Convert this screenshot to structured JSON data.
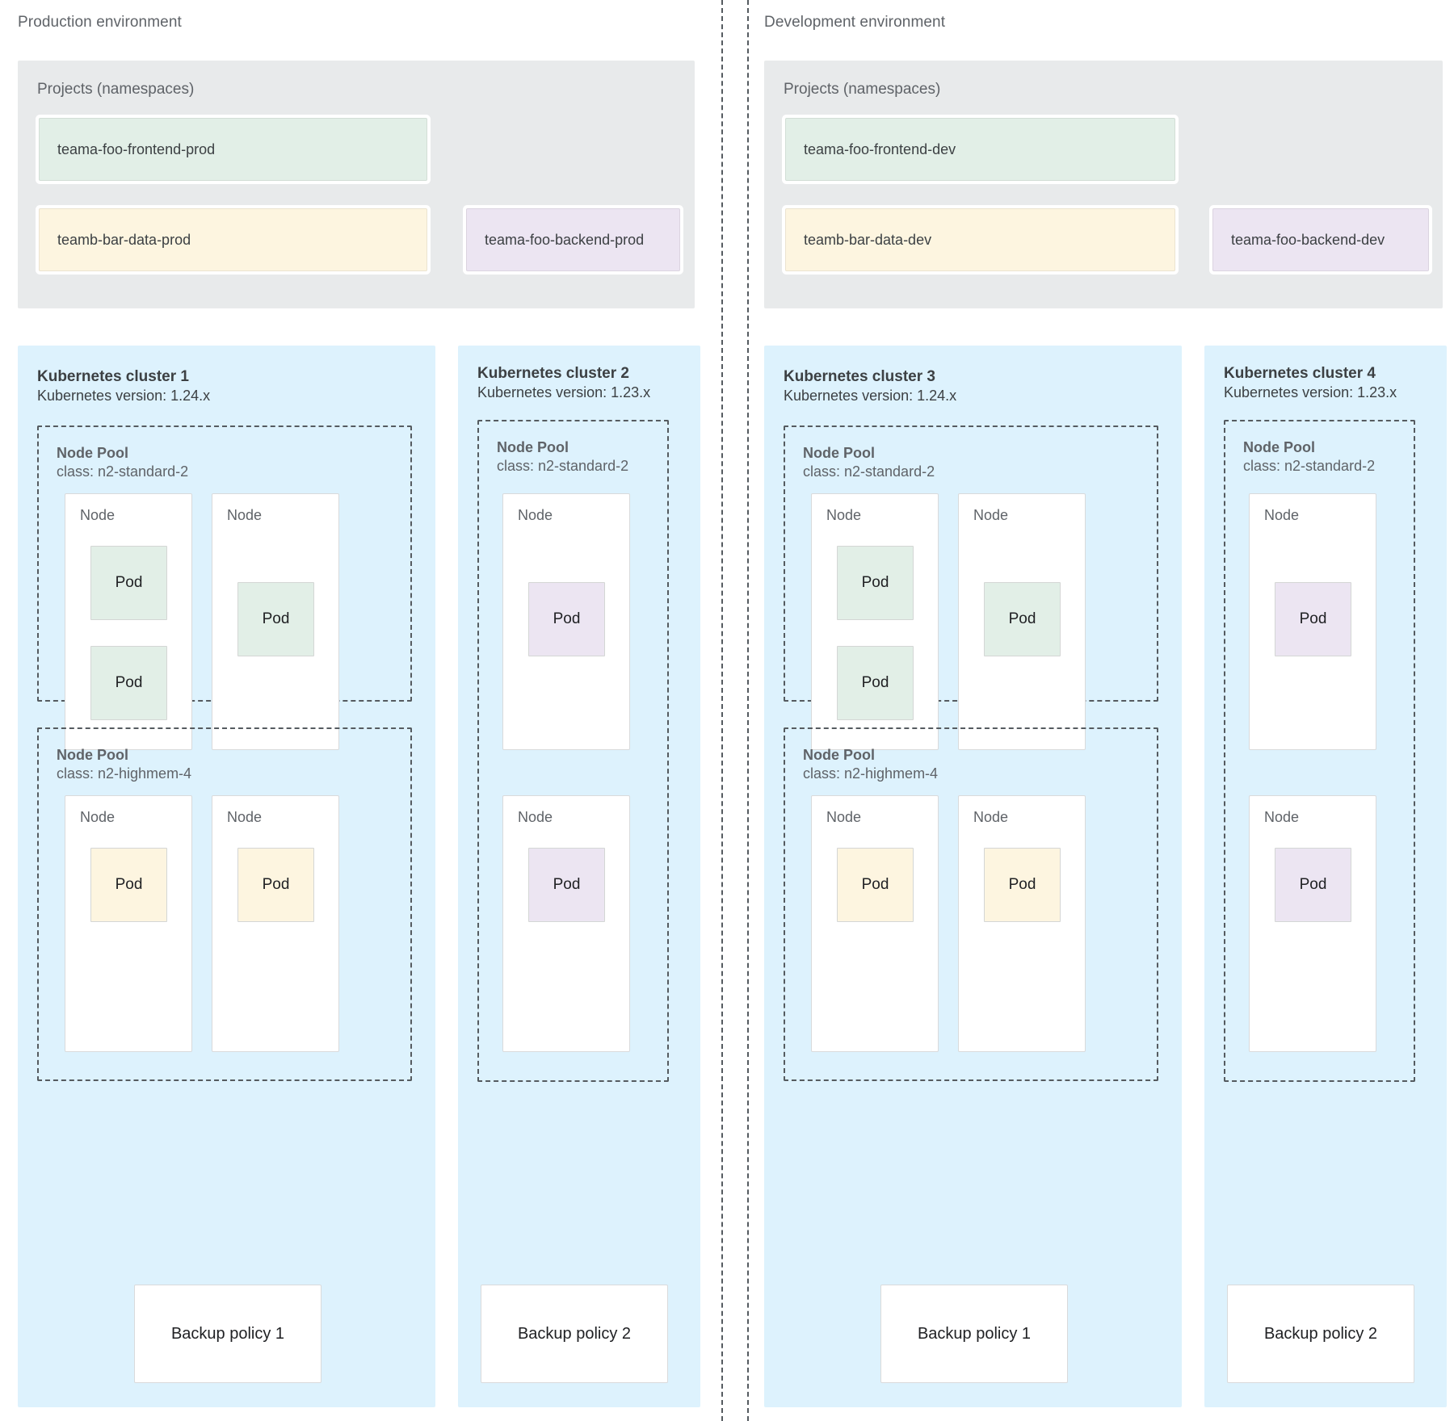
{
  "environments": [
    {
      "title": "Production environment",
      "projects": {
        "label": "Projects (namespaces)",
        "namespaces": [
          {
            "name": "teama-foo-frontend-prod",
            "color": "green"
          },
          {
            "name": "teamb-bar-data-prod",
            "color": "yellow"
          },
          {
            "name": "teama-foo-backend-prod",
            "color": "purple"
          }
        ]
      },
      "clusters": [
        {
          "title": "Kubernetes cluster 1",
          "version": "Kubernetes version: 1.24.x",
          "backup_policy": "Backup policy 1",
          "node_pools": [
            {
              "title": "Node Pool",
              "class": "class: n2-standard-2",
              "nodes": [
                {
                  "label": "Node",
                  "pods": [
                    {
                      "label": "Pod",
                      "color": "green"
                    },
                    {
                      "label": "Pod",
                      "color": "green"
                    }
                  ]
                },
                {
                  "label": "Node",
                  "pods": [
                    {
                      "label": "Pod",
                      "color": "green"
                    }
                  ]
                }
              ]
            },
            {
              "title": "Node Pool",
              "class": "class: n2-highmem-4",
              "nodes": [
                {
                  "label": "Node",
                  "pods": [
                    {
                      "label": "Pod",
                      "color": "yellow"
                    }
                  ]
                },
                {
                  "label": "Node",
                  "pods": [
                    {
                      "label": "Pod",
                      "color": "yellow"
                    }
                  ]
                }
              ]
            }
          ]
        },
        {
          "title": "Kubernetes cluster 2",
          "version": "Kubernetes version: 1.23.x",
          "backup_policy": "Backup policy 2",
          "node_pools": [
            {
              "title": "Node Pool",
              "class": "class: n2-standard-2",
              "nodes": [
                {
                  "label": "Node",
                  "pods": [
                    {
                      "label": "Pod",
                      "color": "purple"
                    }
                  ]
                },
                {
                  "label": "Node",
                  "pods": [
                    {
                      "label": "Pod",
                      "color": "purple"
                    }
                  ]
                }
              ]
            }
          ]
        }
      ]
    },
    {
      "title": "Development environment",
      "projects": {
        "label": "Projects (namespaces)",
        "namespaces": [
          {
            "name": "teama-foo-frontend-dev",
            "color": "green"
          },
          {
            "name": "teamb-bar-data-dev",
            "color": "yellow"
          },
          {
            "name": "teama-foo-backend-dev",
            "color": "purple"
          }
        ]
      },
      "clusters": [
        {
          "title": "Kubernetes cluster 3",
          "version": "Kubernetes version: 1.24.x",
          "backup_policy": "Backup policy 1",
          "node_pools": [
            {
              "title": "Node Pool",
              "class": "class: n2-standard-2",
              "nodes": [
                {
                  "label": "Node",
                  "pods": [
                    {
                      "label": "Pod",
                      "color": "green"
                    },
                    {
                      "label": "Pod",
                      "color": "green"
                    }
                  ]
                },
                {
                  "label": "Node",
                  "pods": [
                    {
                      "label": "Pod",
                      "color": "green"
                    }
                  ]
                }
              ]
            },
            {
              "title": "Node Pool",
              "class": "class: n2-highmem-4",
              "nodes": [
                {
                  "label": "Node",
                  "pods": [
                    {
                      "label": "Pod",
                      "color": "yellow"
                    }
                  ]
                },
                {
                  "label": "Node",
                  "pods": [
                    {
                      "label": "Pod",
                      "color": "yellow"
                    }
                  ]
                }
              ]
            }
          ]
        },
        {
          "title": "Kubernetes cluster 4",
          "version": "Kubernetes version: 1.23.x",
          "backup_policy": "Backup policy 2",
          "node_pools": [
            {
              "title": "Node Pool",
              "class": "class: n2-standard-2",
              "nodes": [
                {
                  "label": "Node",
                  "pods": [
                    {
                      "label": "Pod",
                      "color": "purple"
                    }
                  ]
                },
                {
                  "label": "Node",
                  "pods": [
                    {
                      "label": "Pod",
                      "color": "purple"
                    }
                  ]
                }
              ]
            }
          ]
        }
      ]
    }
  ],
  "colors": {
    "cluster_bg": "#ddf2fd",
    "projects_bg": "#e8eaeb",
    "green": "#e2efe7",
    "yellow": "#fdf5e0",
    "purple": "#ece5f2",
    "dashed_border": "#555b60",
    "text": "#3c4043",
    "muted_text": "#5f6368"
  }
}
